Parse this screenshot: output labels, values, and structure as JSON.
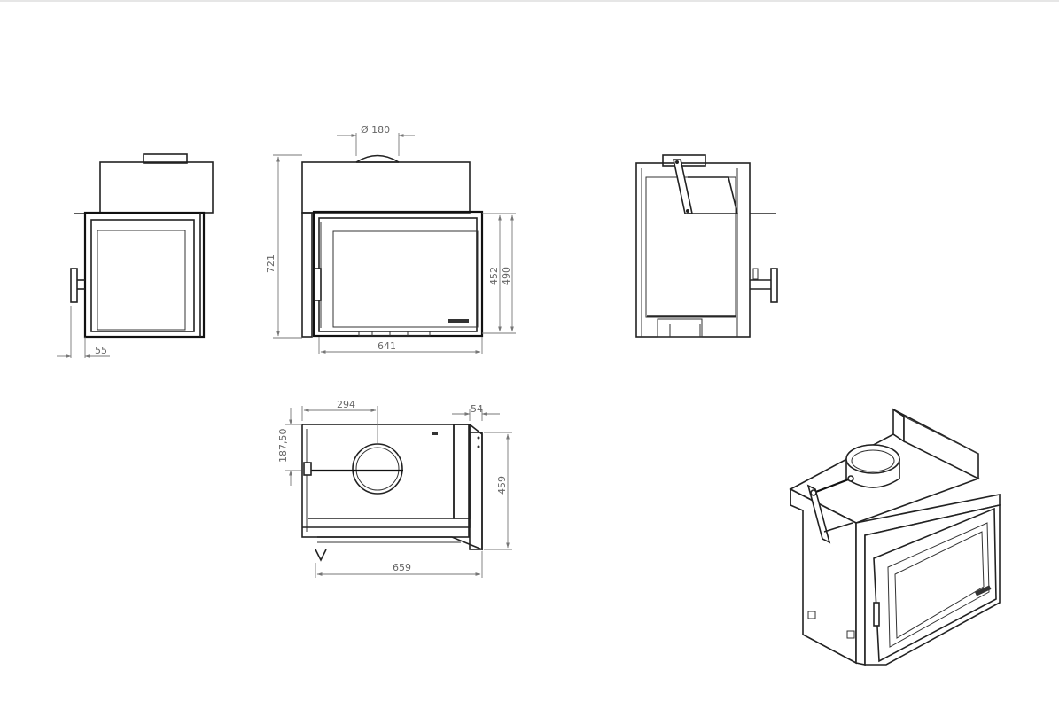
{
  "dimensions": {
    "flue_diameter": "Ø 180",
    "overall_height": "721",
    "door_glass_height": "452",
    "door_height": "490",
    "front_width": "641",
    "handle_offset": "55",
    "flue_offset": "294",
    "side_depth": "54",
    "flue_depth_offset": "187,50",
    "plan_depth": "459",
    "plan_width": "659"
  },
  "colors": {
    "line": "#222222",
    "dimension": "#777777",
    "background": "#ffffff"
  }
}
